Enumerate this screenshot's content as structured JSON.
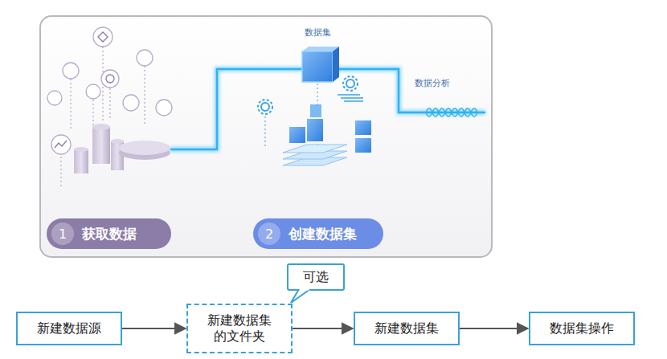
{
  "diagram": {
    "nodes": [
      {
        "text": [
          "1",
          "获取数据"
        ]
      },
      {
        "text": [
          "2",
          "创建数据集"
        ]
      },
      {
        "text": [
          "可选"
        ]
      },
      {
        "text": [
          "新建数据源"
        ]
      },
      {
        "text": [
          "新建数据集的文件夹"
        ]
      },
      {
        "text": [
          "新建数据集"
        ]
      },
      {
        "text": [
          "数据集操作"
        ]
      }
    ],
    "edges": [
      {
        "from": 3,
        "to": 4,
        "arrow": "to"
      },
      {
        "from": 4,
        "to": 5,
        "arrow": "to"
      },
      {
        "from": 5,
        "to": 6,
        "arrow": "to"
      }
    ],
    "labels": [
      "数据集",
      "数据分析"
    ]
  }
}
